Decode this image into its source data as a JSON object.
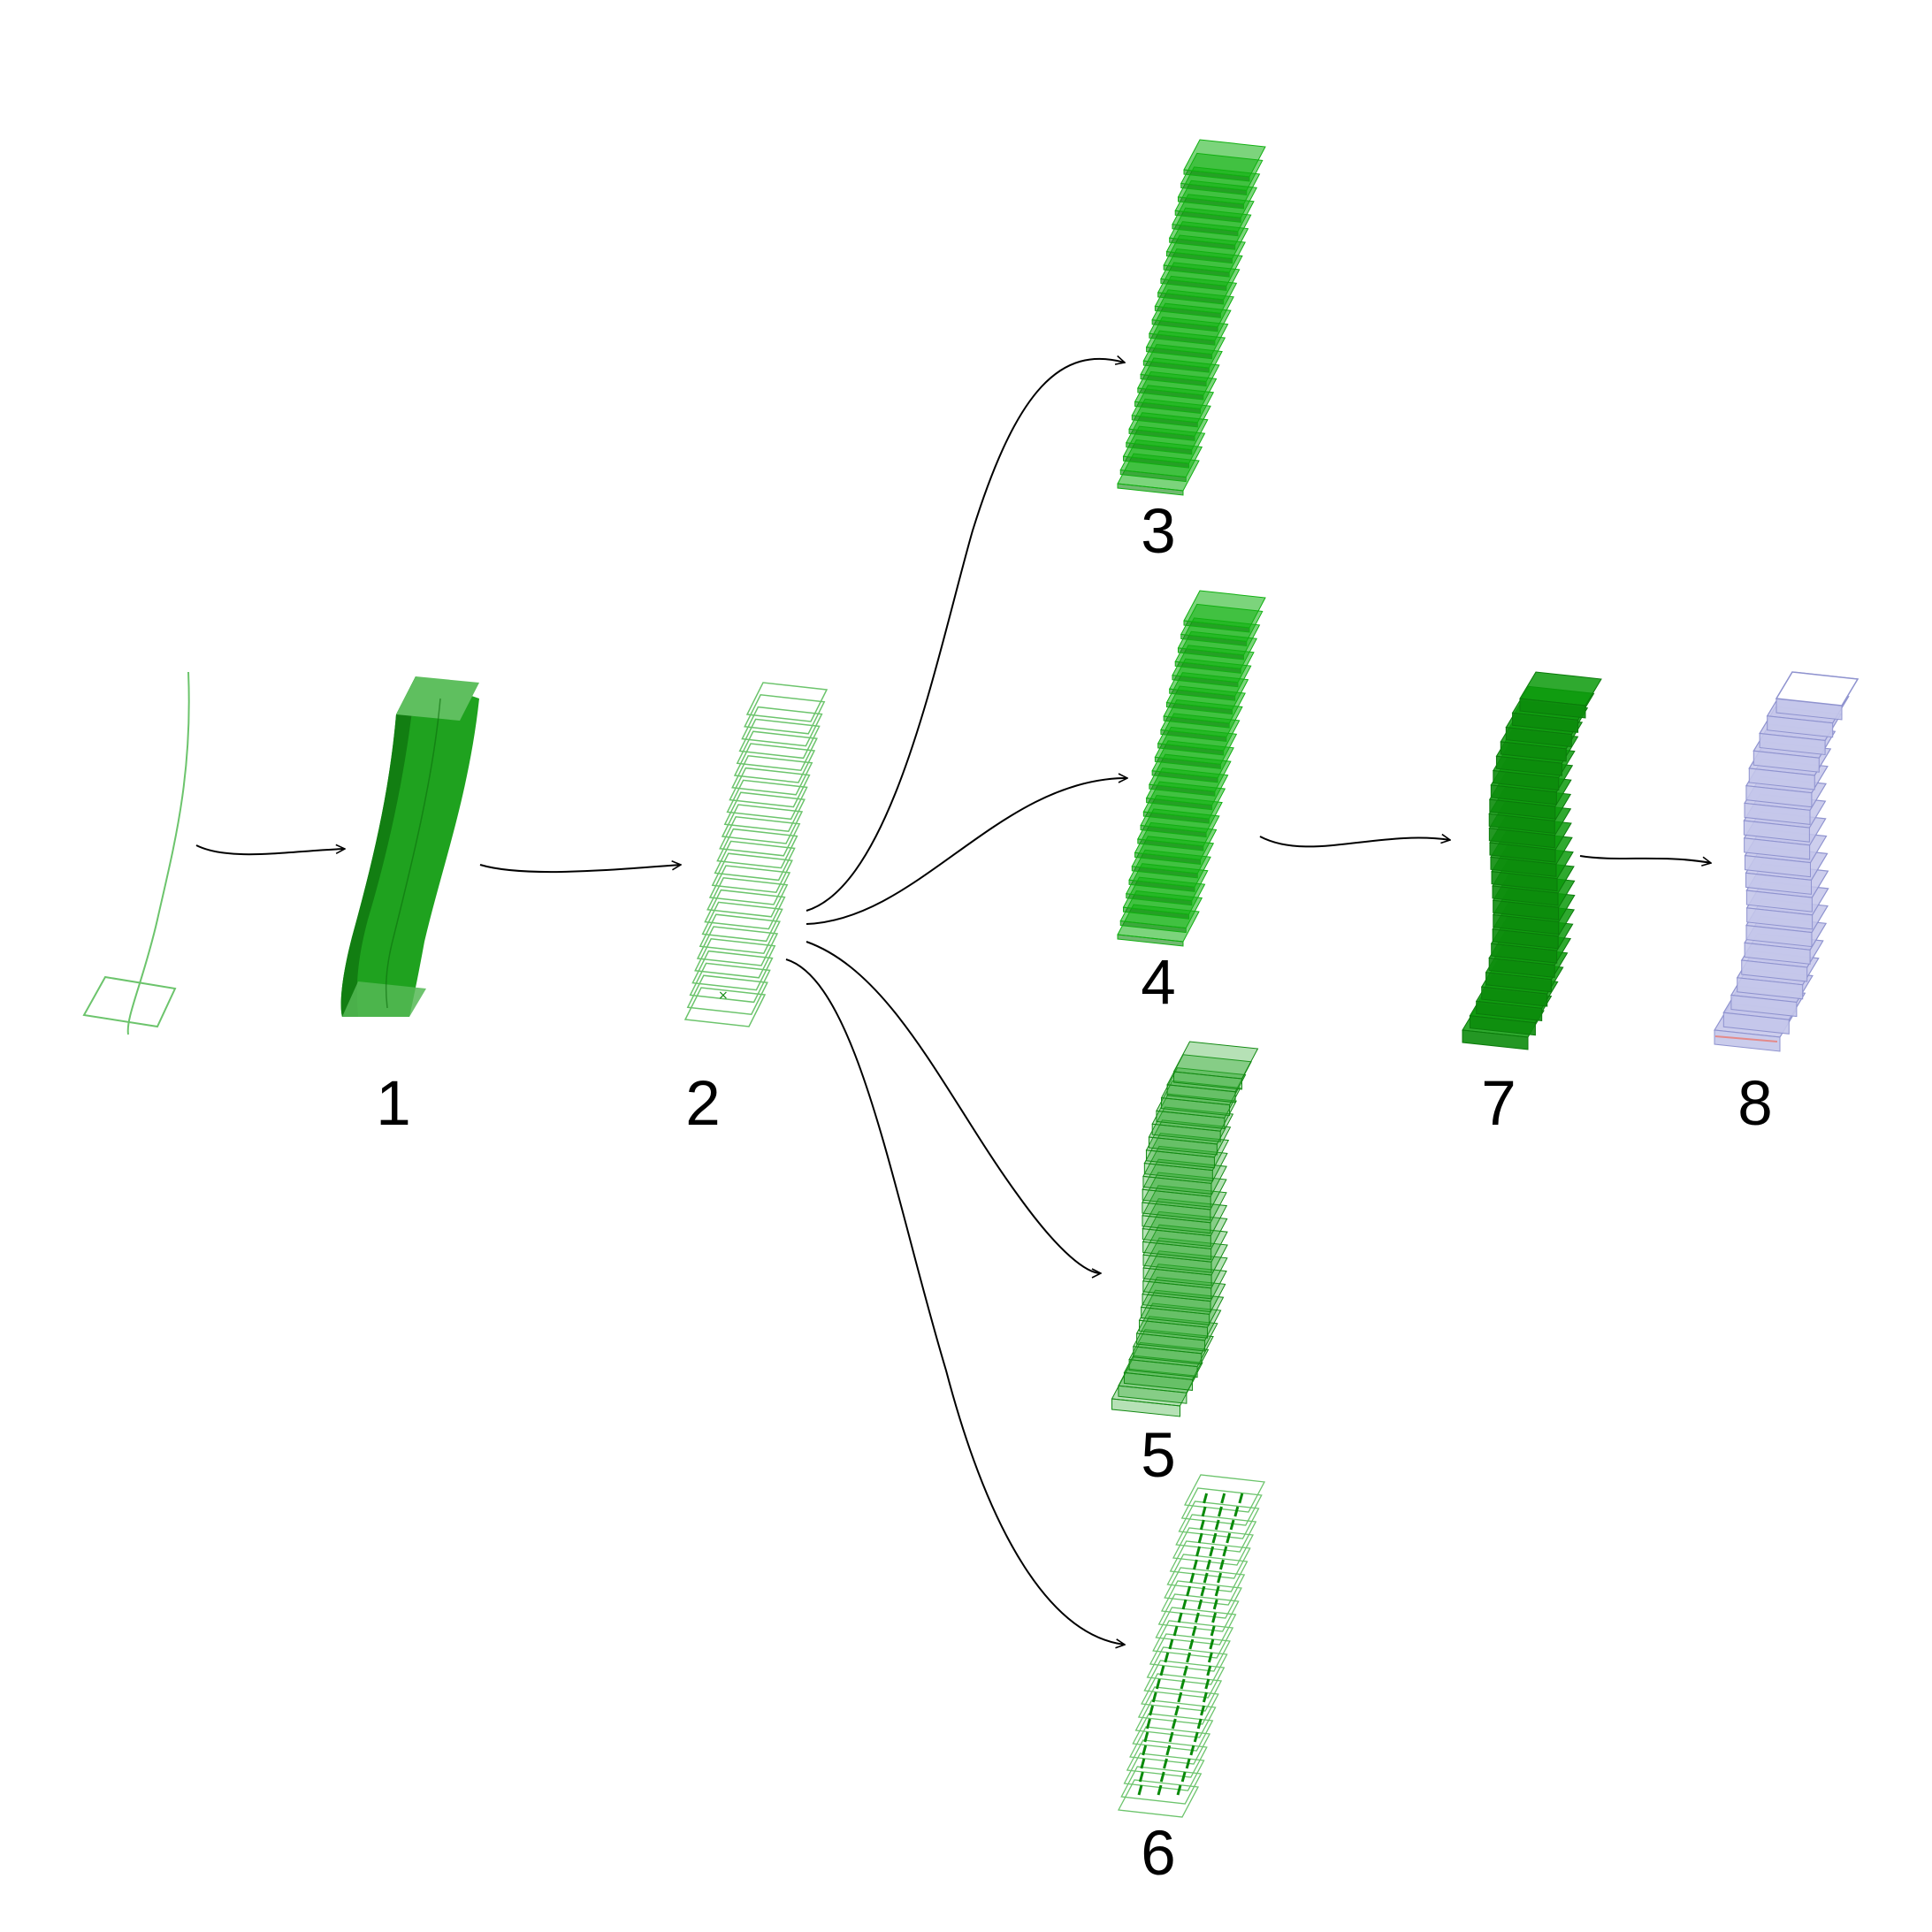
{
  "diagram": {
    "labels": {
      "step1": "1",
      "step2": "2",
      "step3": "3",
      "step4": "4",
      "step5": "5",
      "step6": "6",
      "step7": "7",
      "step8": "8"
    },
    "colors": {
      "background": "#ffffff",
      "outline_green": "#6cc46c",
      "solid_green": "#1fa21f",
      "dark_green": "#138a13",
      "transparent_green": "#2ea82e",
      "slab_green": "#10b010",
      "column_green": "#0a8a0a",
      "lavender": "#c4c6ea",
      "lavender_edge": "#8f93cf",
      "arrow": "#000000",
      "label": "#000000"
    },
    "nodes": [
      {
        "id": "input",
        "icon": "path-curve-with-base-outline-icon"
      },
      {
        "id": "step1",
        "icon": "twisted-solid-volume-icon"
      },
      {
        "id": "step2",
        "icon": "stacked-floor-outlines-icon"
      },
      {
        "id": "step3",
        "icon": "stacked-floor-slabs-icon"
      },
      {
        "id": "step4",
        "icon": "stacked-floor-slabs-icon"
      },
      {
        "id": "step5",
        "icon": "transparent-floor-volumes-icon"
      },
      {
        "id": "step6",
        "icon": "floor-outlines-with-columns-icon"
      },
      {
        "id": "step7",
        "icon": "solid-twisted-tower-icon"
      },
      {
        "id": "step8",
        "icon": "lavender-floor-boxes-icon"
      }
    ]
  }
}
